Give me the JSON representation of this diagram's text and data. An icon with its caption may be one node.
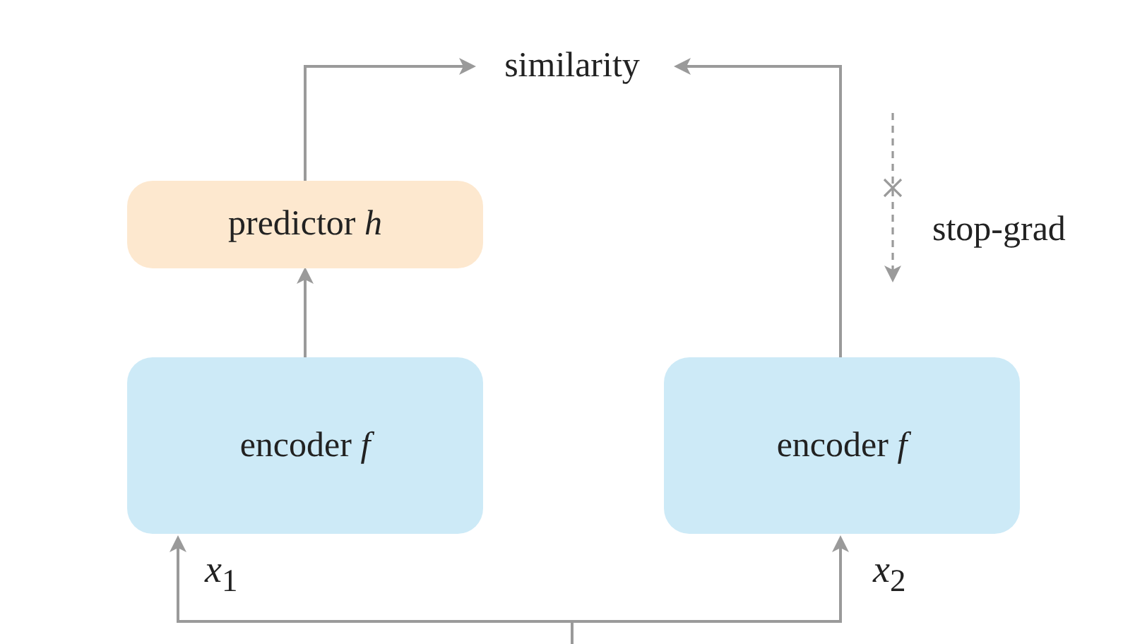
{
  "diagram": {
    "nodes": [
      {
        "text": [
          "similarity"
        ]
      },
      {
        "text": [
          "predictor *h*"
        ]
      },
      {
        "text": [
          "encoder *f*"
        ]
      },
      {
        "text": [
          "encoder *f*"
        ]
      }
    ],
    "edges": [
      {
        "from": 1,
        "to": 0,
        "arrow": "to"
      },
      {
        "from": 3,
        "to": 0,
        "arrow": "to"
      },
      {
        "from": 2,
        "to": 1,
        "arrow": "to"
      },
      {
        "from": null,
        "to": 2,
        "arrow": "to",
        "label": "*x*$_{1}$"
      },
      {
        "from": null,
        "to": 3,
        "arrow": "to",
        "label": "*x*$_{2}$"
      }
    ],
    "labels": [
      "stop-grad"
    ]
  }
}
